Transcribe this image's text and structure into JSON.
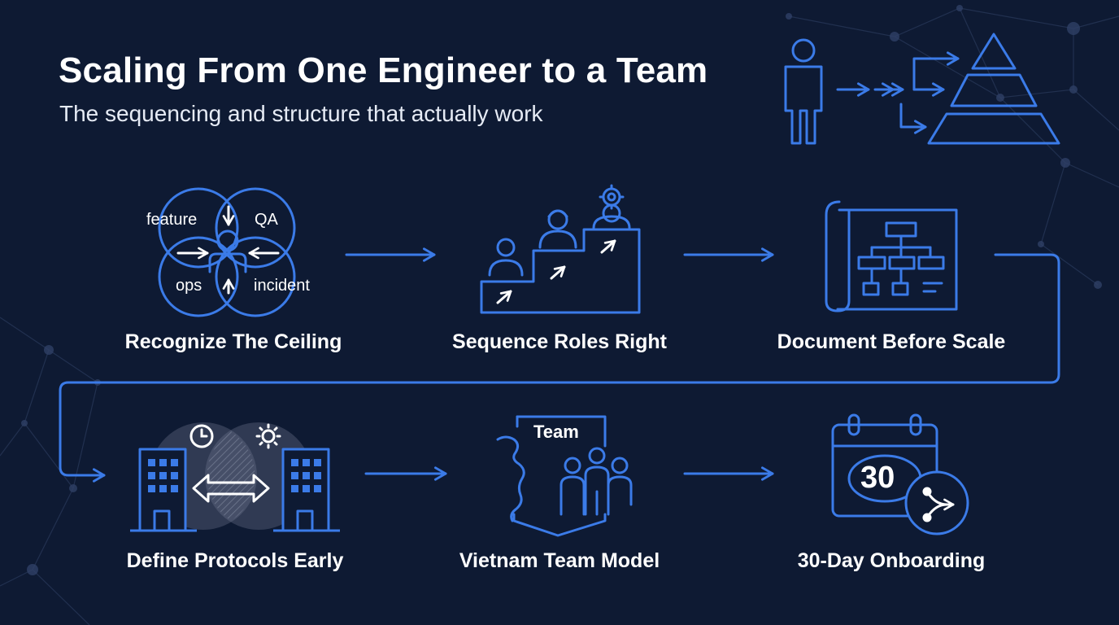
{
  "header": {
    "title": "Scaling From One Engineer to a Team",
    "subtitle": "The sequencing and structure that actually work"
  },
  "steps": [
    {
      "label": "Recognize The Ceiling",
      "icon": "overlapping-roles-icon"
    },
    {
      "label": "Sequence Roles Right",
      "icon": "role-staircase-icon"
    },
    {
      "label": "Document Before Scale",
      "icon": "blueprint-org-chart-icon"
    },
    {
      "label": "Define Protocols Early",
      "icon": "timezone-buildings-icon"
    },
    {
      "label": "Vietnam Team Model",
      "icon": "vietnam-team-icon"
    },
    {
      "label": "30-Day Onboarding",
      "icon": "calendar-onboarding-icon"
    }
  ],
  "ceiling_roles": [
    "feature",
    "QA",
    "ops",
    "incident"
  ],
  "team_badge": "Team",
  "onboarding_days": "30",
  "colors": {
    "background": "#0e1a33",
    "accent": "#3b7be8",
    "text": "#ffffff"
  }
}
